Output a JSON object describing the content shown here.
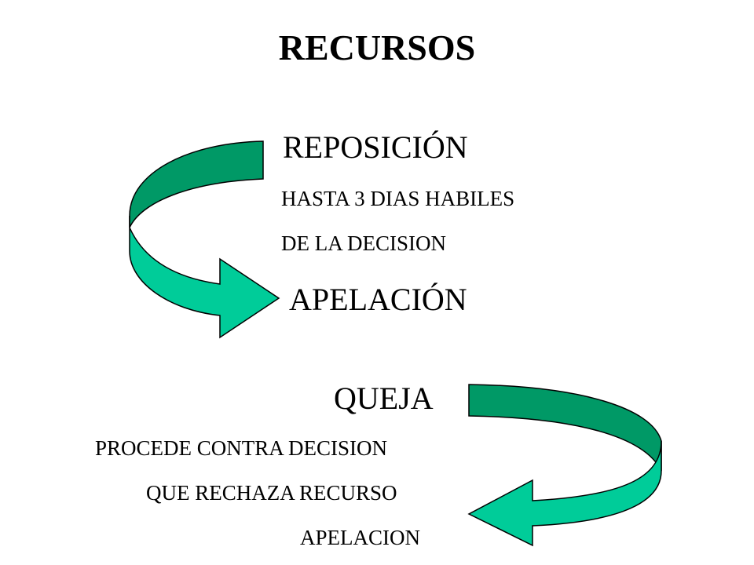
{
  "title": "RECURSOS",
  "top_section": {
    "heading": "REPOSICIÓN",
    "line1": "HASTA 3 DIAS HABILES",
    "line2": "DE LA DECISION",
    "target": "APELACIÓN"
  },
  "bottom_section": {
    "heading": "QUEJA",
    "line1": "PROCEDE CONTRA DECISION",
    "line2": "QUE RECHAZA RECURSO",
    "line3": "APELACION"
  },
  "colors": {
    "arrow_dark": "#009966",
    "arrow_light": "#00CC99",
    "stroke": "#000000"
  }
}
